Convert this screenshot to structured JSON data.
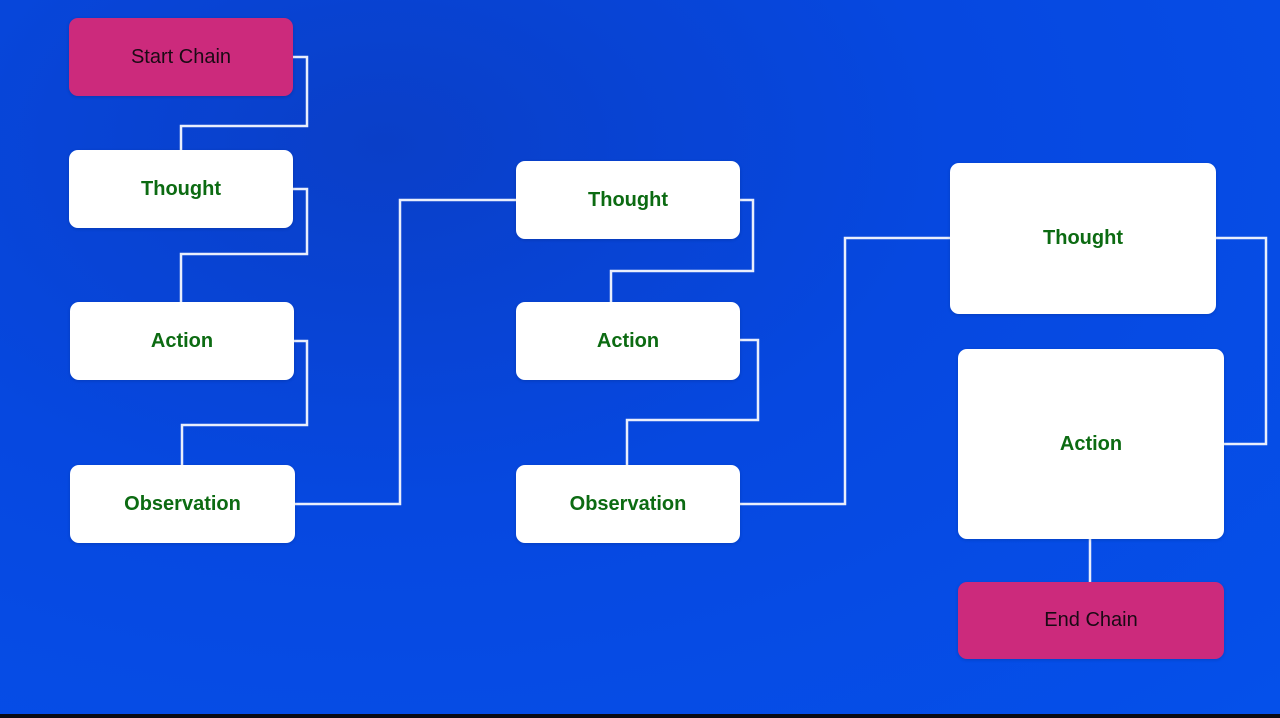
{
  "diagram": {
    "start_label": "Start Chain",
    "end_label": "End Chain",
    "columns": [
      {
        "thought": "Thought",
        "action": "Action",
        "observation": "Observation"
      },
      {
        "thought": "Thought",
        "action": "Action",
        "observation": "Observation"
      },
      {
        "thought": "Thought",
        "action": "Action"
      }
    ]
  },
  "colors": {
    "background": "#0648e0",
    "step_box": "#ffffff",
    "step_text": "#0c6b12",
    "terminal_box": "#cc2a7c",
    "terminal_text": "#1a0a14",
    "connector": "#e9eefc"
  }
}
